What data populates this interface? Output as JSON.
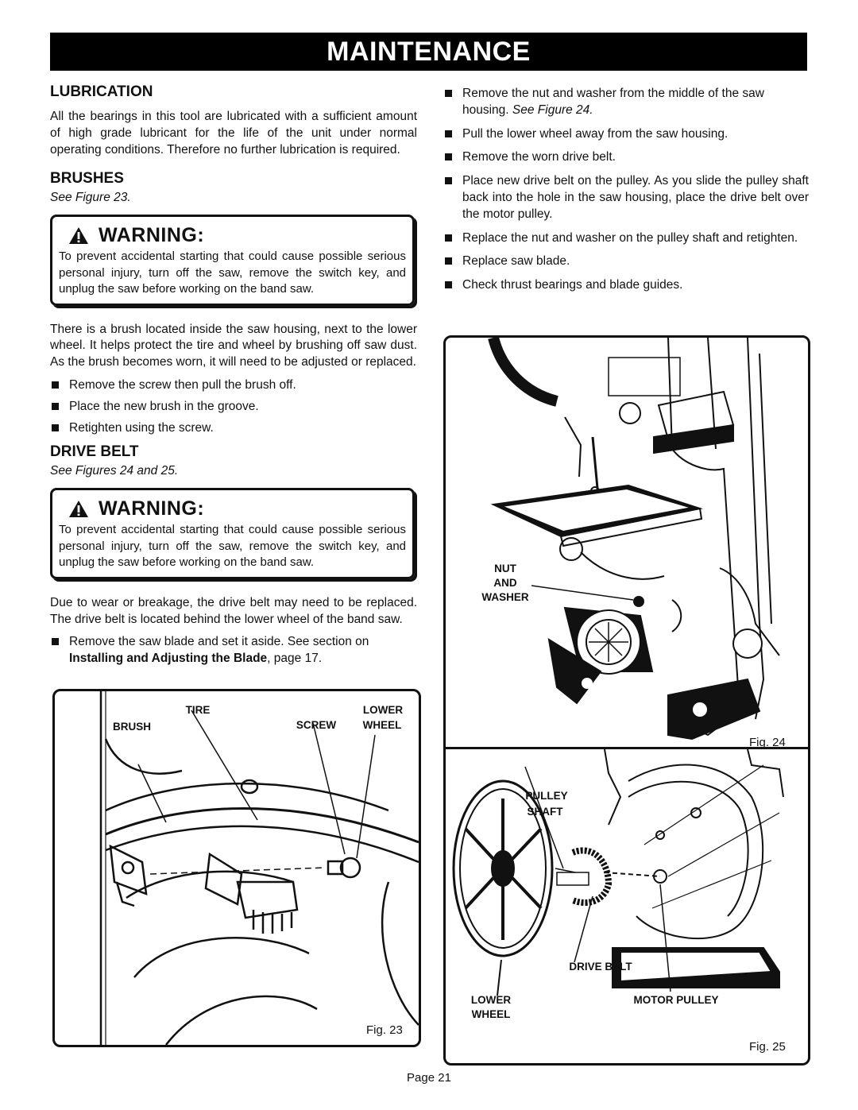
{
  "header": {
    "title": "MAINTENANCE"
  },
  "lubrication": {
    "heading": "LUBRICATION",
    "body": "All the bearings in this tool are lubricated with a sufficient amount of high grade lubricant for the life of the unit under normal operating conditions. Therefore no further lubrication is required."
  },
  "brushes": {
    "heading": "BRUSHES",
    "see": "See Figure 23.",
    "warning_title": "WARNING:",
    "warning_text": "To prevent accidental starting that could cause possible serious personal injury, turn off the saw, remove the switch key, and unplug the saw before working on the band saw.",
    "body": "There is a brush located inside the saw housing, next to the lower wheel. It helps protect the tire and wheel by brushing off saw dust. As the brush becomes worn, it will need to be adjusted or replaced.",
    "steps": [
      "Remove the screw then pull the brush off.",
      "Place the new brush in the groove.",
      "Retighten using the screw."
    ]
  },
  "drive_belt": {
    "heading": "DRIVE BELT",
    "see": "See Figures 24 and 25.",
    "warning_title": "WARNING:",
    "warning_text": "To prevent accidental starting that could cause possible serious personal injury, turn off the saw, remove the switch key, and unplug the saw before working on the band saw.",
    "body": "Due to wear or breakage, the drive belt may need to be replaced. The drive belt is located behind the lower wheel of the band saw.",
    "step1_text": "Remove the saw blade and set it aside. See section on",
    "step1_bold": "Installing and Adjusting the Blade",
    "step1_tail": ", page 17.",
    "right_steps": [
      {
        "text": "Remove the nut and washer from the middle of the saw housing. ",
        "ref": "See Figure 24."
      },
      {
        "text": "Pull the lower wheel away from the saw housing.",
        "ref": ""
      },
      {
        "text": "Remove the worn drive belt.",
        "ref": ""
      },
      {
        "text": "Place new drive belt on the pulley. As you slide the pulley shaft back into the hole in the saw housing, place the drive belt over the motor pulley.",
        "ref": ""
      },
      {
        "text": "Replace the nut and washer on the pulley shaft and retighten.",
        "ref": ""
      },
      {
        "text": "Replace saw blade.",
        "ref": ""
      },
      {
        "text": "Check thrust bearings and blade guides.",
        "ref": ""
      }
    ]
  },
  "fig23": {
    "caption": "Fig. 23",
    "labels": {
      "tire": "TIRE",
      "lower": "LOWER",
      "brush": "BRUSH",
      "screw": "SCREW",
      "wheel": "WHEEL"
    }
  },
  "fig24": {
    "caption": "Fig. 24",
    "labels": {
      "nut": "NUT",
      "and": "AND",
      "washer": "WASHER"
    }
  },
  "fig25": {
    "caption": "Fig. 25",
    "labels": {
      "pulley": "PULLEY",
      "shaft": "SHAFT",
      "drive_belt": "DRIVE BELT",
      "lower": "LOWER",
      "wheel": "WHEEL",
      "motor_pulley": "MOTOR PULLEY"
    }
  },
  "footer": {
    "page": "Page 21"
  }
}
